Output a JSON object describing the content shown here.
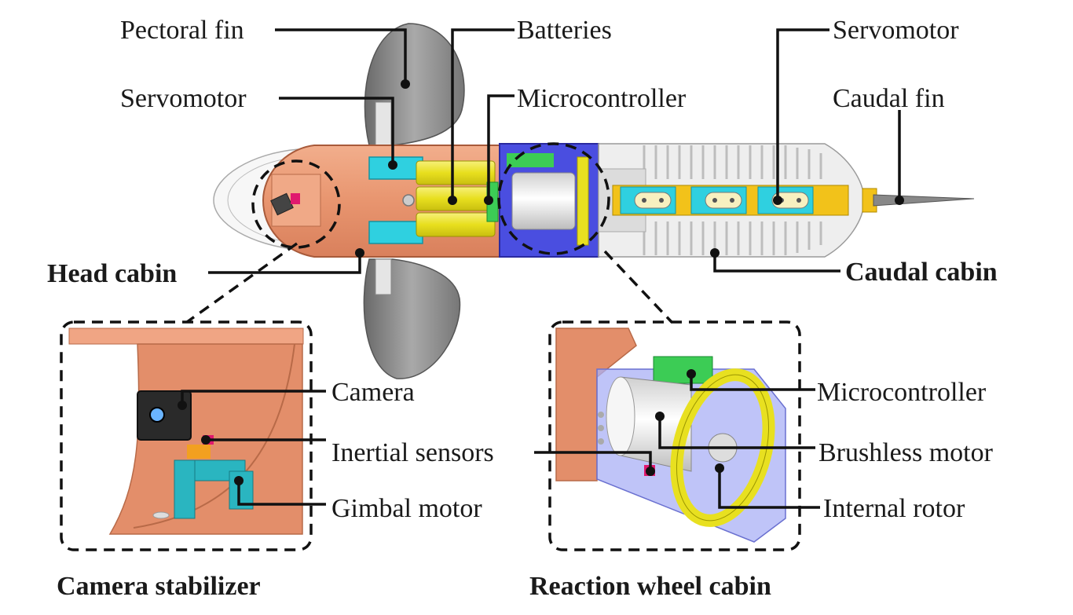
{
  "labels": {
    "pectoral_fin": "Pectoral fin",
    "servomotor_front": "Servomotor",
    "batteries": "Batteries",
    "microcontroller_top": "Microcontroller",
    "servomotor_tail": "Servomotor",
    "caudal_fin": "Caudal fin",
    "head_cabin": "Head cabin",
    "caudal_cabin": "Caudal cabin",
    "camera": "Camera",
    "inertial_sensors": "Inertial sensors",
    "gimbal_motor": "Gimbal motor",
    "microcontroller_inset": "Microcontroller",
    "brushless_motor": "Brushless motor",
    "internal_rotor": "Internal rotor",
    "camera_stabilizer": "Camera stabilizer",
    "reaction_wheel_cabin": "Reaction wheel cabin"
  },
  "colors": {
    "hull_orange": "#e8956f",
    "fin_gray": "#8f8f8f",
    "servo_cyan": "#2fd0e0",
    "battery_yellow": "#f0e83a",
    "reaction_blue": "#4a4ee0",
    "board_green": "#3ccc55",
    "rotor_yellow": "#e8e020",
    "sensor_magenta": "#e0186e",
    "caudal_gray": "#e2e2e2"
  }
}
